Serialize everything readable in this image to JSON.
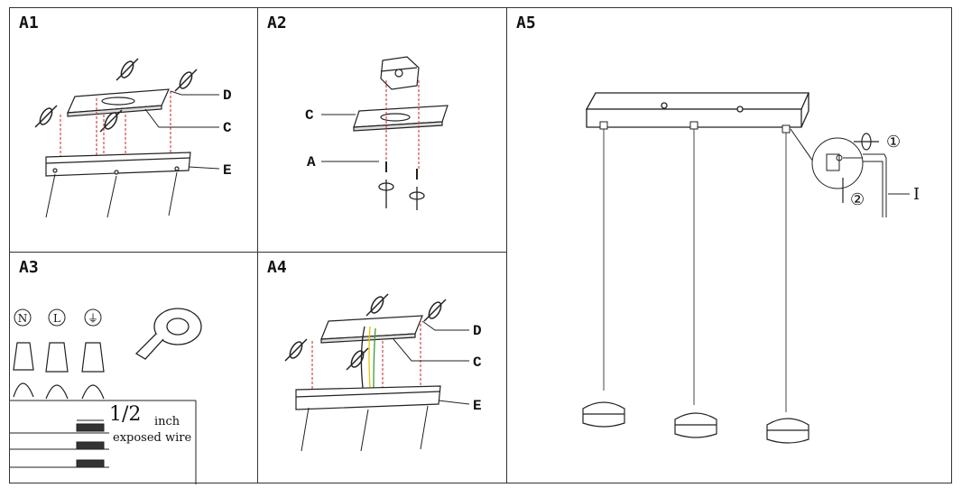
{
  "panels": {
    "a1": {
      "title": "A1",
      "labels": {
        "d": "D",
        "c": "C",
        "e": "E"
      }
    },
    "a2": {
      "title": "A2",
      "labels": {
        "c": "C",
        "a": "A"
      }
    },
    "a3": {
      "title": "A3",
      "symbols": {
        "n": "N",
        "l": "L",
        "g": "⏚"
      },
      "fraction": "1/2",
      "unit": "inch",
      "caption": "exposed wire"
    },
    "a4": {
      "title": "A4",
      "labels": {
        "d": "D",
        "c": "C",
        "e": "E"
      }
    },
    "a5": {
      "title": "A5",
      "steps": {
        "one": "①",
        "two": "②"
      },
      "label_i": "I"
    }
  },
  "colors": {
    "line": "#222222",
    "dash_red": "#cc2222",
    "wire_yellow": "#e0c800",
    "wire_green": "#3a9a3a"
  }
}
